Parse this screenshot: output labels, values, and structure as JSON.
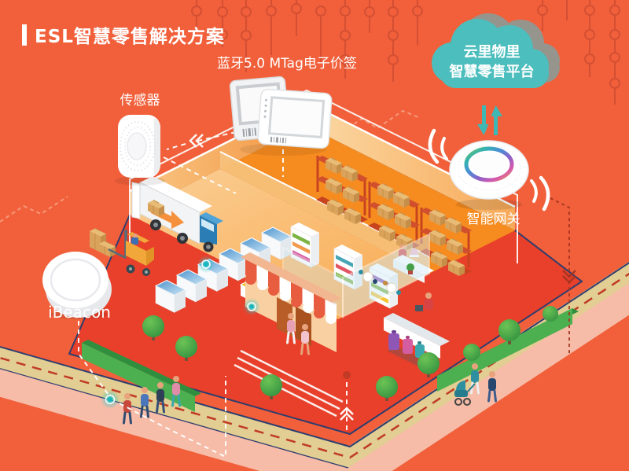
{
  "header": {
    "title": "ESL智慧零售解决方案"
  },
  "cloud": {
    "line1": "云里物里",
    "line2": "智慧零售平台"
  },
  "labels": {
    "esl_tag": "蓝牙5.0 MTag电子价签",
    "sensor": "传感器",
    "gateway": "智能网关",
    "ibeacon": "iBeacon"
  },
  "colors": {
    "background": "#F1603B",
    "cloud_teal": "#4CBEBD",
    "plaza_red": "#E8402A",
    "road_tan": "#E2CD92",
    "sidewalk_pink": "#F6BCA8",
    "hedge_green": "#43A047",
    "floor_orange": "#F6953B",
    "wall_peach": "#F9D3A8",
    "beacon_glow_teal": "#2FC4C8",
    "circuit_line": "#B8402C",
    "text": "#FFFFFF"
  },
  "icons": [
    {
      "name": "cloud-platform-icon",
      "glyph": "teal cloud with shadow"
    },
    {
      "name": "smart-gateway-device",
      "glyph": "white disc with rainbow ring and signal waves"
    },
    {
      "name": "sensor-device",
      "glyph": "white rounded sensor with dotted face"
    },
    {
      "name": "esl-price-tags",
      "glyph": "two white electronic shelf label tablets"
    },
    {
      "name": "ibeacon-device",
      "glyph": "white cylindrical beacon puck"
    },
    {
      "name": "store-illustration",
      "glyph": "isometric smart retail store with warehouse, truck, forklift, freezers, shelves, cafe, awning entrance, hedges, trees and shoppers"
    }
  ]
}
